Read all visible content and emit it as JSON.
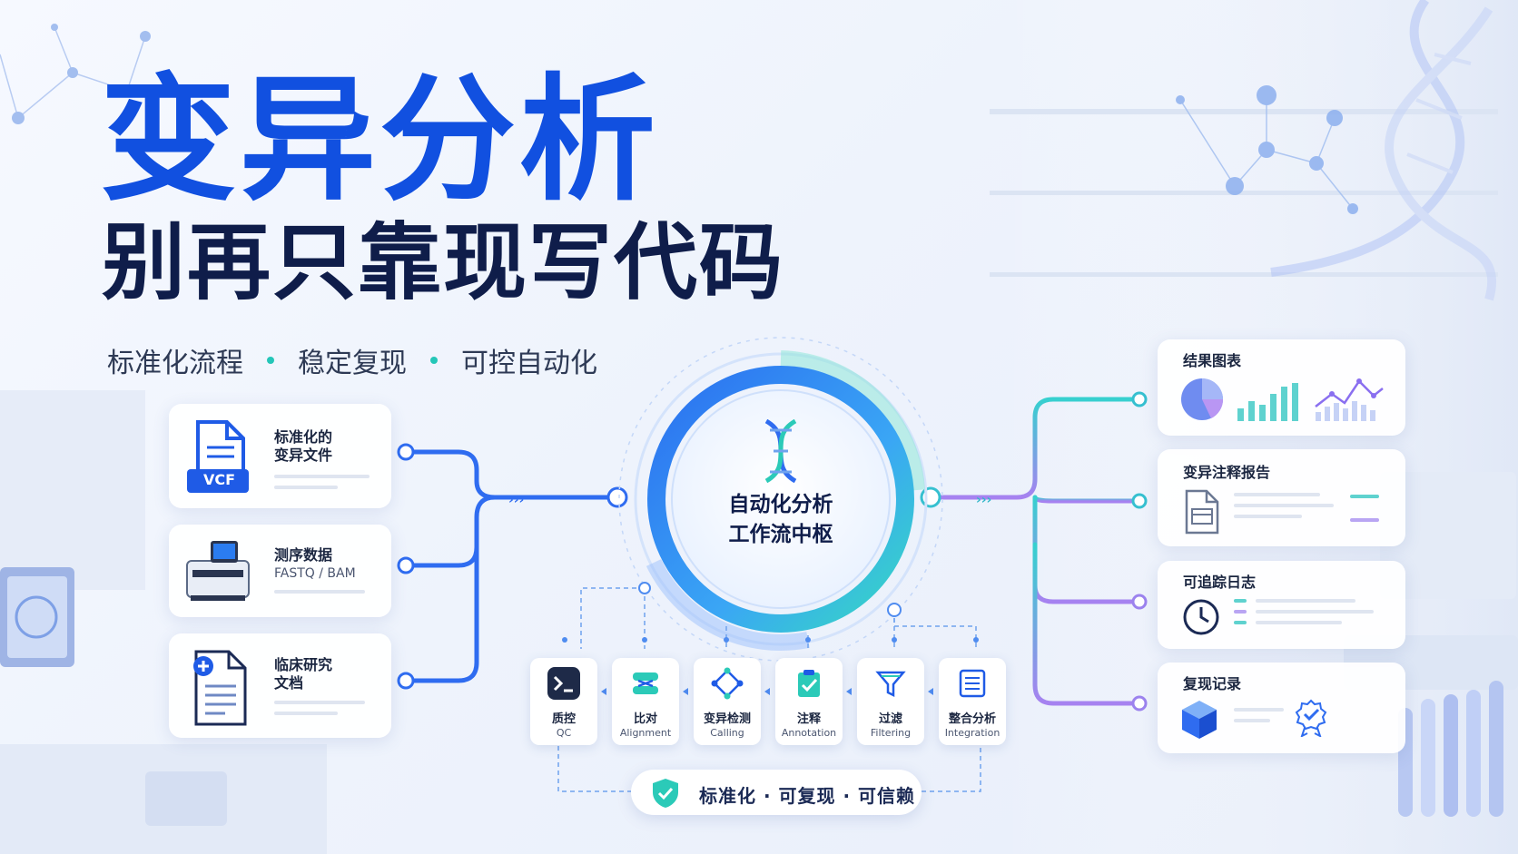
{
  "hero": {
    "title": "变异分析",
    "subtitle": "别再只靠现写代码",
    "taglines": [
      "标准化流程",
      "稳定复现",
      "可控自动化"
    ]
  },
  "inputs": [
    {
      "label_line1": "标准化的",
      "label_line2": "变异文件",
      "icon": "vcf-file-icon",
      "icon_text": "VCF"
    },
    {
      "label_line1": "测序数据",
      "sub": "FASTQ / BAM",
      "icon": "sequencer-icon"
    },
    {
      "label_line1": "临床研究",
      "label_line2": "文档",
      "icon": "document-plus-icon"
    }
  ],
  "hub": {
    "line1": "自动化分析",
    "line2": "工作流中枢",
    "icon": "dna-icon"
  },
  "steps": [
    {
      "zh": "质控",
      "en": "QC",
      "icon": "terminal-icon"
    },
    {
      "zh": "比对",
      "en": "Alignment",
      "icon": "align-icon"
    },
    {
      "zh": "变异检测",
      "en": "Calling",
      "icon": "network-icon"
    },
    {
      "zh": "注释",
      "en": "Annotation",
      "icon": "clipboard-check-icon"
    },
    {
      "zh": "过滤",
      "en": "Filtering",
      "icon": "filter-icon"
    },
    {
      "zh": "整合分析",
      "en": "Integration",
      "icon": "table-icon"
    }
  ],
  "badge": {
    "text": "标准化 · 可复现 · 可信赖",
    "icon": "shield-check-icon"
  },
  "outputs": [
    {
      "label": "结果图表",
      "icon": "charts-icon"
    },
    {
      "label": "变异注释报告",
      "icon": "report-icon"
    },
    {
      "label": "可追踪日志",
      "icon": "clock-icon"
    },
    {
      "label": "复现记录",
      "icon": "cube-icon"
    }
  ],
  "colors": {
    "brand_blue": "#1150e0",
    "navy": "#0f1d4a",
    "teal": "#24c6b8",
    "purple": "#9a7bf0"
  }
}
